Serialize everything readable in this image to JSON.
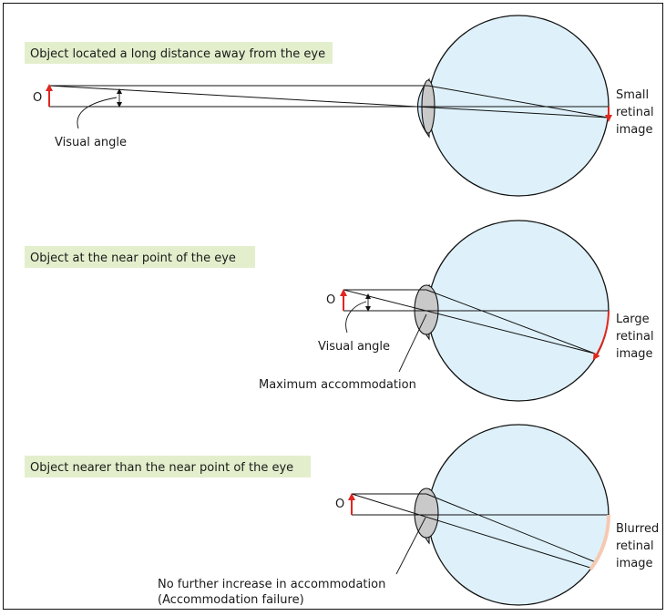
{
  "panels": [
    {
      "caption": "Object located a long distance away from the eye",
      "object_label": "O",
      "angle_label": "Visual angle",
      "image_label": [
        "Small",
        "retinal",
        "image"
      ]
    },
    {
      "caption": "Object at the near point of the eye",
      "object_label": "O",
      "angle_label": "Visual angle",
      "lens_label": "Maximum accommodation",
      "image_label": [
        "Large",
        "retinal",
        "image"
      ]
    },
    {
      "caption": "Object nearer than the near point of the eye",
      "object_label": "O",
      "lens_label": [
        "No further increase in accommodation",
        "(Accommodation failure)"
      ],
      "image_label": [
        "Blurred",
        "retinal",
        "image"
      ]
    }
  ],
  "colors": {
    "caption_background": "#e3efcc",
    "eyeball": "#def1fa",
    "lens": "#c9c9c9",
    "object_arrow": "#e0261f",
    "blurred_image": "#f6c9b3"
  }
}
